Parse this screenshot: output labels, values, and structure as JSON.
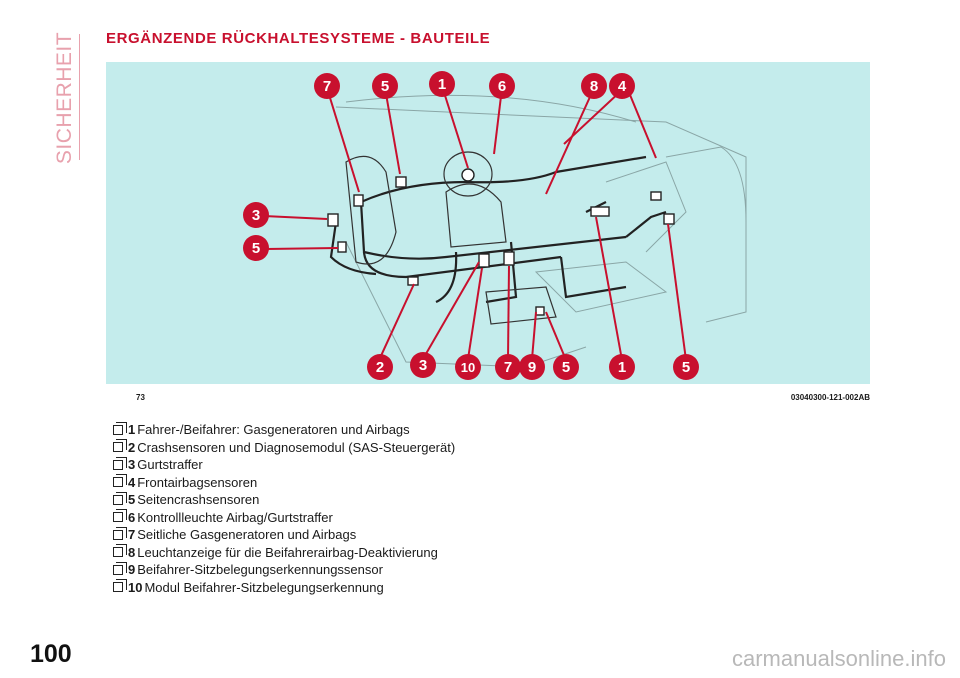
{
  "section_tab": "SICHERHEIT",
  "title": "ERGÄNZENDE RÜCKHALTESYSTEME - BAUTEILE",
  "figure": {
    "number": "73",
    "code": "03040300-121-002AB",
    "top_labels": [
      "7",
      "5",
      "1",
      "6",
      "8",
      "4"
    ],
    "left_labels": [
      "3",
      "5"
    ],
    "bottom_labels": [
      "2",
      "3",
      "10",
      "7",
      "9",
      "5",
      "1",
      "5"
    ],
    "colors": {
      "background": "#c4ecec",
      "callout": "#c8102e",
      "line": "#222222"
    }
  },
  "legend": [
    {
      "num": "1",
      "text": "Fahrer-/Beifahrer: Gasgeneratoren und Airbags"
    },
    {
      "num": "2",
      "text": "Crashsensoren und Diagnosemodul (SAS-Steuergerät)"
    },
    {
      "num": "3",
      "text": "Gurtstraffer"
    },
    {
      "num": "4",
      "text": "Frontairbagsensoren"
    },
    {
      "num": "5",
      "text": "Seitencrashsensoren"
    },
    {
      "num": "6",
      "text": "Kontrollleuchte Airbag/Gurtstraffer"
    },
    {
      "num": "7",
      "text": "Seitliche Gasgeneratoren und Airbags"
    },
    {
      "num": "8",
      "text": "Leuchtanzeige für die Beifahrerairbag-Deaktivierung"
    },
    {
      "num": "9",
      "text": "Beifahrer-Sitzbelegungserkennungssensor"
    },
    {
      "num": "10",
      "text": "Modul Beifahrer-Sitzbelegungserkennung"
    }
  ],
  "page_number": "100",
  "watermark": "carmanualsonline.info"
}
